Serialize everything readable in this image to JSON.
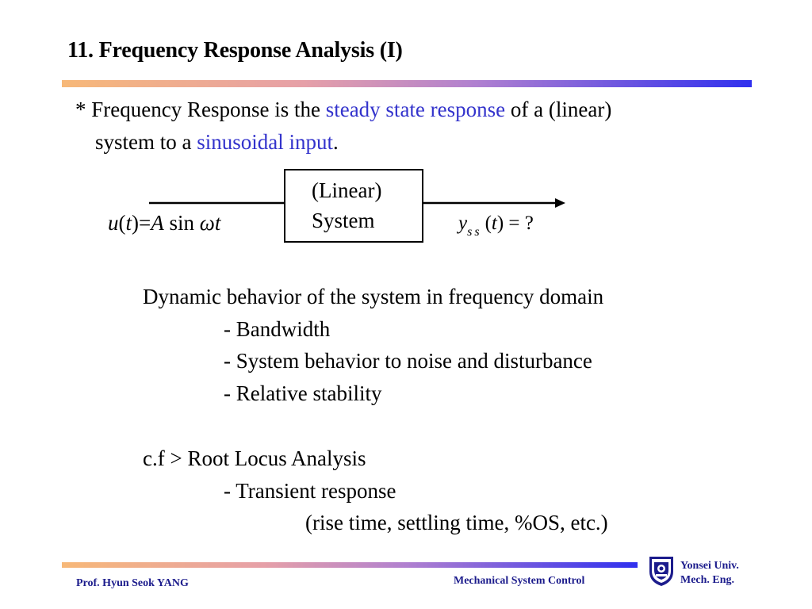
{
  "slide": {
    "title": "11. Frequency Response Analysis (I)",
    "intro": {
      "part1": "* Frequency Response is the ",
      "hl1": "steady state response",
      "part2": " of a (linear)",
      "part3": "system to a ",
      "hl2": "sinusoidal input",
      "part4": "."
    },
    "diagram": {
      "box_line1": "(Linear)",
      "box_line2": "System",
      "input": {
        "u": "u",
        "t": "t",
        "open": "(",
        "close": ")=",
        "A": "A",
        "sin": " sin ",
        "omega": "ω",
        "t2": "t"
      },
      "output": {
        "y": "y",
        "sub": "ss",
        "paren": "(",
        "t": "t",
        "rest": ") = ?"
      }
    },
    "section1": {
      "heading": "Dynamic behavior of the system in frequency domain",
      "items": [
        "- Bandwidth",
        "- System behavior to noise and disturbance",
        "- Relative stability"
      ]
    },
    "section2": {
      "heading": "c.f > Root Locus Analysis",
      "item": "- Transient response",
      "detail": "(rise time, settling time, %OS, etc.)"
    },
    "footer": {
      "author": "Prof. Hyun Seok YANG",
      "course": "Mechanical System Control",
      "univ_line1": "Yonsei Univ.",
      "univ_line2": "Mech. Eng."
    },
    "colors": {
      "highlight": "#3333cc",
      "footer_text": "#1c1c8c",
      "bar_start": "#f7b878",
      "bar_end": "#3030ee"
    }
  }
}
